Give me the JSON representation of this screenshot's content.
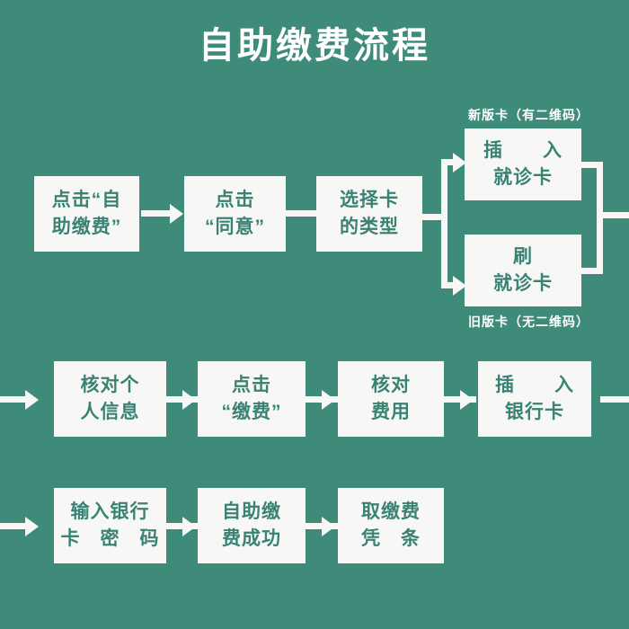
{
  "title": "自助缴费流程",
  "theme": {
    "background": "#3e8b7a",
    "box_fill": "#f7f8f6",
    "box_text": "#3a8374",
    "title_text": "#ffffff",
    "connector": "#f7f8f6"
  },
  "captions": {
    "new_card": "新版卡（有二维码）",
    "old_card": "旧版卡（无二维码）"
  },
  "rows": [
    {
      "name": "row-1",
      "boxes": [
        {
          "id": "click-self-pay",
          "line1": "点击“自",
          "line2": "助缴费”"
        },
        {
          "id": "click-agree",
          "line1": "点击",
          "line2": "“同意”"
        },
        {
          "id": "select-card-type",
          "line1": "选择卡",
          "line2": "的类型"
        }
      ]
    },
    {
      "name": "row-1-branch",
      "boxes": [
        {
          "id": "insert-medical-card",
          "line1": "插　　入",
          "line2": "就诊卡"
        },
        {
          "id": "swipe-medical-card",
          "line1": "刷",
          "line2": "就诊卡"
        }
      ]
    },
    {
      "name": "row-2",
      "boxes": [
        {
          "id": "verify-personal-info",
          "line1": "核对个",
          "line2": "人信息"
        },
        {
          "id": "click-pay",
          "line1": "点击",
          "line2": "“缴费”"
        },
        {
          "id": "verify-fee",
          "line1": "核对",
          "line2": "费用"
        },
        {
          "id": "insert-bank-card",
          "line1": "插　　入",
          "line2": "银行卡"
        }
      ]
    },
    {
      "name": "row-3",
      "boxes": [
        {
          "id": "enter-card-pin",
          "line1": "输入银行",
          "line2": "卡　密　码"
        },
        {
          "id": "payment-success",
          "line1": "自助缴",
          "line2": "费成功"
        },
        {
          "id": "take-receipt",
          "line1": "取缴费",
          "line2": "凭　条"
        }
      ]
    }
  ]
}
